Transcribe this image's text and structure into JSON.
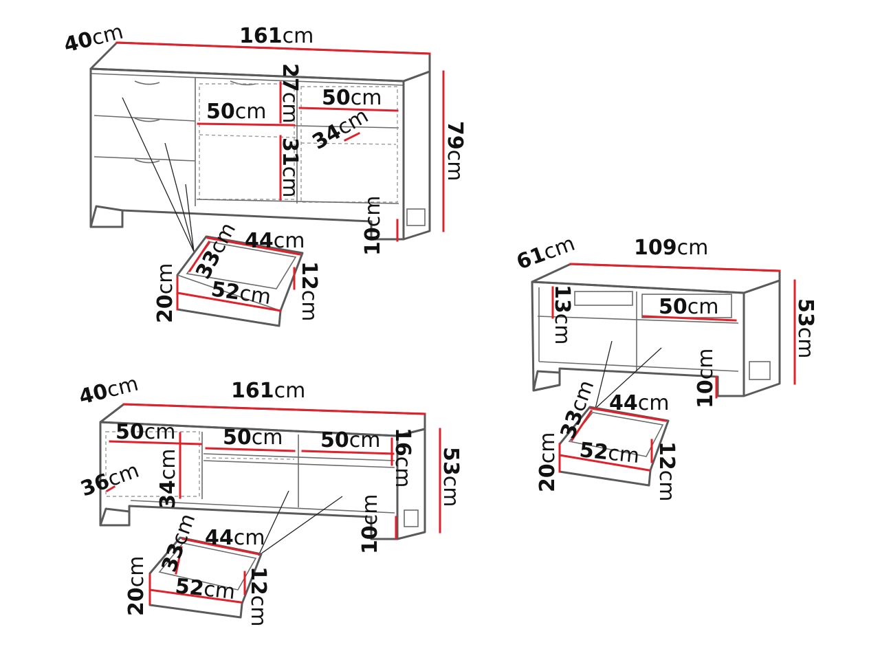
{
  "sideboard": {
    "depth": {
      "num": "40",
      "unit": "cm"
    },
    "width": {
      "num": "161",
      "unit": "cm"
    },
    "height": {
      "num": "79",
      "unit": "cm"
    },
    "top_compartment_height": {
      "num": "27",
      "unit": "cm"
    },
    "left_compartment_width": {
      "num": "50",
      "unit": "cm"
    },
    "right_compartment_width": {
      "num": "50",
      "unit": "cm"
    },
    "shelf_depth": {
      "num": "34",
      "unit": "cm"
    },
    "lower_compartment_height": {
      "num": "31",
      "unit": "cm"
    },
    "leg_height": {
      "num": "10",
      "unit": "cm"
    },
    "drawer": {
      "inner_width": {
        "num": "44",
        "unit": "cm"
      },
      "inner_depth": {
        "num": "33",
        "unit": "cm"
      },
      "front_width": {
        "num": "52",
        "unit": "cm"
      },
      "inner_height": {
        "num": "12",
        "unit": "cm"
      },
      "front_height": {
        "num": "20",
        "unit": "cm"
      }
    }
  },
  "tv_stand_large": {
    "depth": {
      "num": "40",
      "unit": "cm"
    },
    "width": {
      "num": "161",
      "unit": "cm"
    },
    "height": {
      "num": "53",
      "unit": "cm"
    },
    "left_compartment_width": {
      "num": "50",
      "unit": "cm"
    },
    "middle_compartment_width": {
      "num": "50",
      "unit": "cm"
    },
    "right_compartment_width": {
      "num": "50",
      "unit": "cm"
    },
    "compartment_height": {
      "num": "16",
      "unit": "cm"
    },
    "left_shelf_depth": {
      "num": "36",
      "unit": "cm"
    },
    "left_compartment_height": {
      "num": "34",
      "unit": "cm"
    },
    "leg_height": {
      "num": "10",
      "unit": "cm"
    },
    "drawer": {
      "inner_width": {
        "num": "44",
        "unit": "cm"
      },
      "inner_depth": {
        "num": "33",
        "unit": "cm"
      },
      "front_width": {
        "num": "52",
        "unit": "cm"
      },
      "inner_height": {
        "num": "12",
        "unit": "cm"
      },
      "front_height": {
        "num": "20",
        "unit": "cm"
      }
    }
  },
  "tv_stand_small": {
    "depth": {
      "num": "61",
      "unit": "cm"
    },
    "width": {
      "num": "109",
      "unit": "cm"
    },
    "height": {
      "num": "53",
      "unit": "cm"
    },
    "compartment_height": {
      "num": "13",
      "unit": "cm"
    },
    "compartment_width": {
      "num": "50",
      "unit": "cm"
    },
    "leg_height": {
      "num": "10",
      "unit": "cm"
    },
    "drawer": {
      "inner_width": {
        "num": "44",
        "unit": "cm"
      },
      "inner_depth": {
        "num": "33",
        "unit": "cm"
      },
      "front_width": {
        "num": "52",
        "unit": "cm"
      },
      "inner_height": {
        "num": "12",
        "unit": "cm"
      },
      "front_height": {
        "num": "20",
        "unit": "cm"
      }
    }
  },
  "colors": {
    "dimension_line": "#e0202a",
    "furniture_outline": "#5a5a5a",
    "text": "#111111"
  }
}
